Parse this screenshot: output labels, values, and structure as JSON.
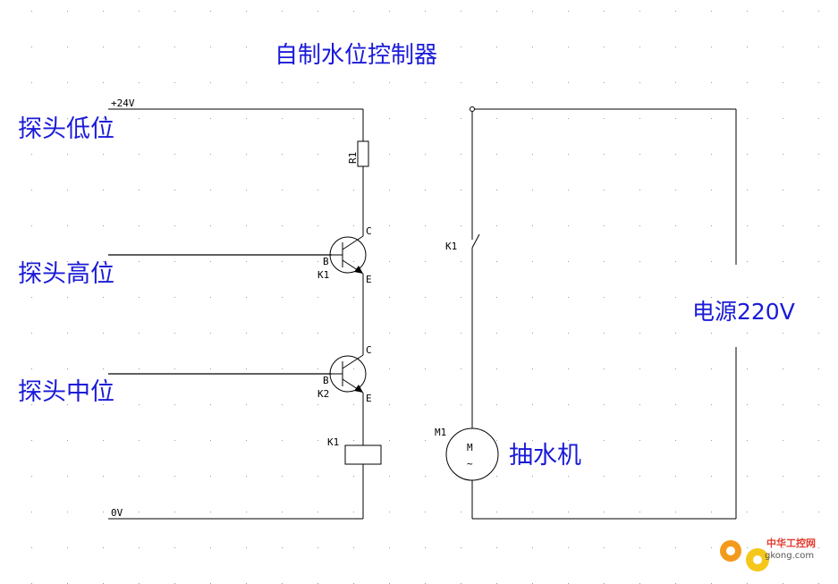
{
  "title": "自制水位控制器",
  "labels": {
    "probe_low": "探头低位",
    "probe_high": "探头高位",
    "probe_mid": "探头中位",
    "power": "电源220V",
    "pump": "抽水机",
    "supply_pos": "+24V",
    "supply_gnd": "0V",
    "r1": "R1",
    "q1": "K1",
    "q2": "K2",
    "relay": "K1",
    "contact": "K1",
    "motor": "M1",
    "motor_symbol": "M",
    "motor_ac": "~",
    "pin_c": "C",
    "pin_b": "B",
    "pin_e": "E"
  },
  "watermark": {
    "text": "中华工控网",
    "url": "gkong.com"
  },
  "colors": {
    "label": "#1a1ad8",
    "wire": "#000000",
    "grid": "#9a9a9a",
    "logo_orange": "#f39a1b",
    "logo_yellow": "#f5c71a"
  }
}
